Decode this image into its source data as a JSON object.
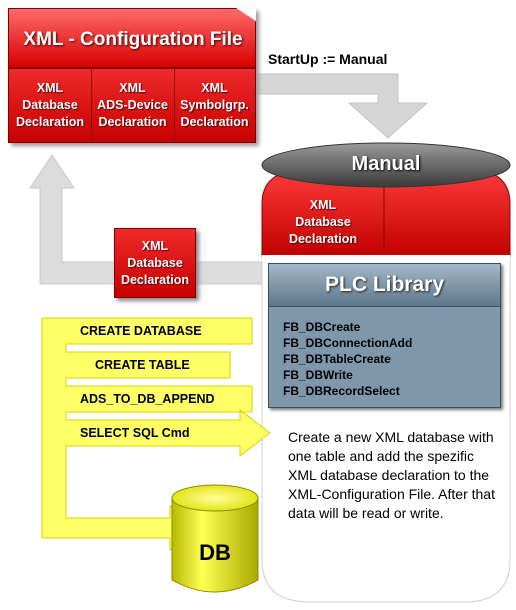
{
  "config_file": {
    "title": "XML - Configuration File",
    "declarations": [
      "XML\nDatabase\nDeclaration",
      "XML\nADS-Device\nDeclaration",
      "XML\nSymbolgrp.\nDeclaration"
    ]
  },
  "startup_label": "StartUp := Manual",
  "manual": {
    "title": "Manual",
    "declaration": "XML\nDatabase\nDeclaration"
  },
  "return_declaration": "XML\nDatabase\nDeclaration",
  "plc_library": {
    "title": "PLC Library",
    "items": [
      "FB_DBCreate",
      "FB_DBConnectionAdd",
      "FB_DBTableCreate",
      "FB_DBWrite",
      "FB_DBRecordSelect"
    ]
  },
  "steps": [
    "CREATE DATABASE",
    "CREATE TABLE",
    "ADS_TO_DB_APPEND",
    "SELECT SQL Cmd"
  ],
  "description": "Create a new XML database with one table and add the spezific XML database declaration to the XML-Configuration File. After that data will be read or write.",
  "db_label": "DB",
  "colors": {
    "red": "#d90000",
    "dark_red": "#9a0000",
    "yellow": "#ffff55",
    "gray_arrow": "#d8d8d8",
    "library_blue": "#7f97aa"
  }
}
